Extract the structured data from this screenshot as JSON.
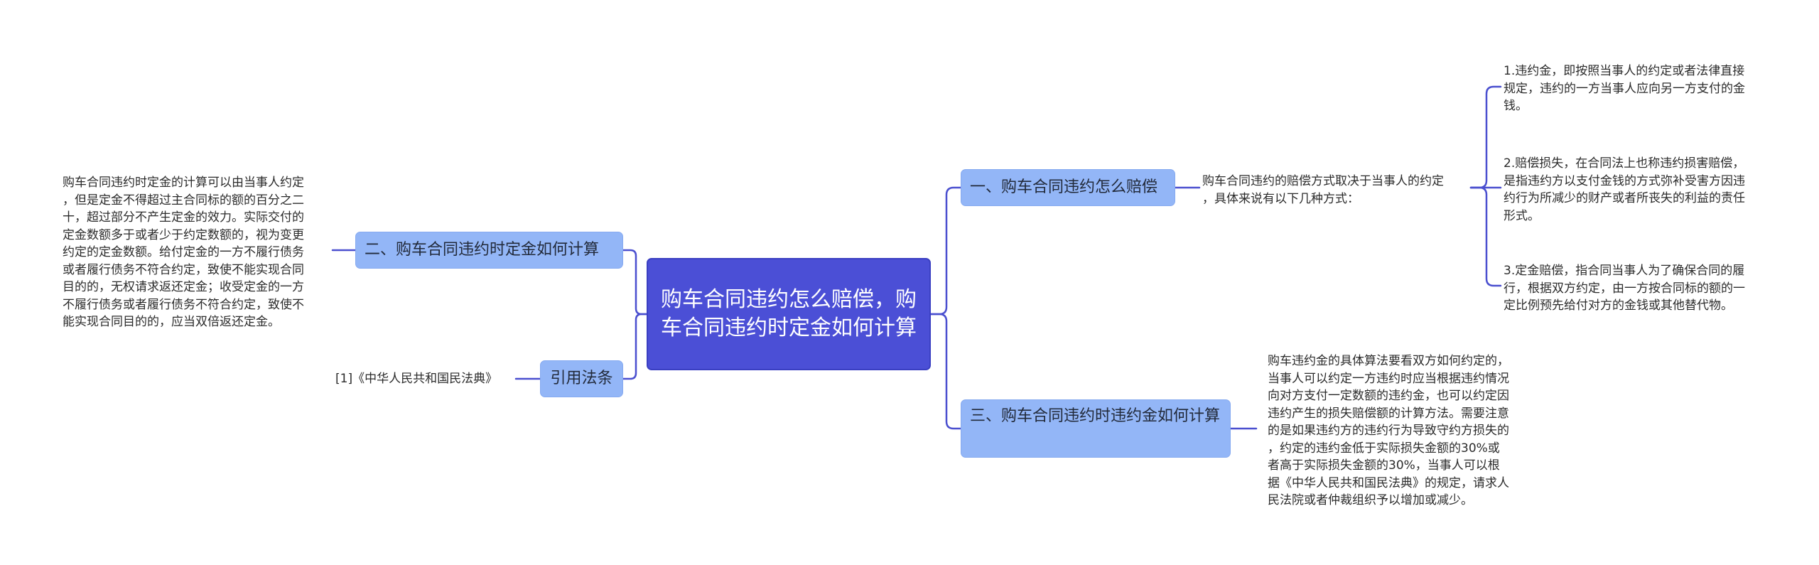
{
  "root": {
    "label": "购车合同违约怎么赔偿，购车合同违约时定金如何计算"
  },
  "branches": [
    {
      "id": "compensation",
      "label": "一、购车合同违约怎么赔偿",
      "summary": "购车合同违约的赔偿方式取决于当事人的约定\n，具体来说有以下几种方式：",
      "items": [
        "1.违约金，即按照当事人的约定或者法律直接\n规定，违约的一方当事人应向另一方支付的金\n钱。",
        "2.赔偿损失，在合同法上也称违约损害赔偿，\n是指违约方以支付金钱的方式弥补受害方因违\n约行为所减少的财产或者所丧失的利益的责任\n形式。",
        "3.定金赔偿，指合同当事人为了确保合同的履\n行，根据双方约定，由一方按合同标的额的一\n定比例预先给付对方的金钱或其他替代物。"
      ]
    },
    {
      "id": "deposit",
      "label": "二、购车合同违约时定金如何计算",
      "detail": "购车合同违约时定金的计算可以由当事人约定\n，但是定金不得超过主合同标的额的百分之二\n十，超过部分不产生定金的效力。实际交付的\n定金数额多于或者少于约定数额的，视为变更\n约定的定金数额。给付定金的一方不履行债务\n或者履行债务不符合约定，致使不能实现合同\n目的的，无权请求返还定金；收受定金的一方\n不履行债务或者履行债务不符合约定，致使不\n能实现合同目的的，应当双倍返还定金。"
    },
    {
      "id": "penalty",
      "label": "三、购车合同违约时违约金如何计算",
      "detail": "购车违约金的具体算法要看双方如何约定的，\n当事人可以约定一方违约时应当根据违约情况\n向对方支付一定数额的违约金，也可以约定因\n违约产生的损失赔偿额的计算方法。需要注意\n的是如果违约方的违约行为导致守约方损失的\n，约定的违约金低于实际损失金额的30%或\n者高于实际损失金额的30%，当事人可以根\n据《中华人民共和国民法典》的规定，请求人\n民法院或者仲裁组织予以增加或减少。"
    },
    {
      "id": "law",
      "label": "引用法条",
      "detail": "[1]《中华人民共和国民法典》"
    }
  ],
  "colors": {
    "root_fill": "#4b4fd6",
    "branch_fill": "#93b6f7",
    "connector": "#4a4fcf",
    "text": "#2b2b2b"
  }
}
